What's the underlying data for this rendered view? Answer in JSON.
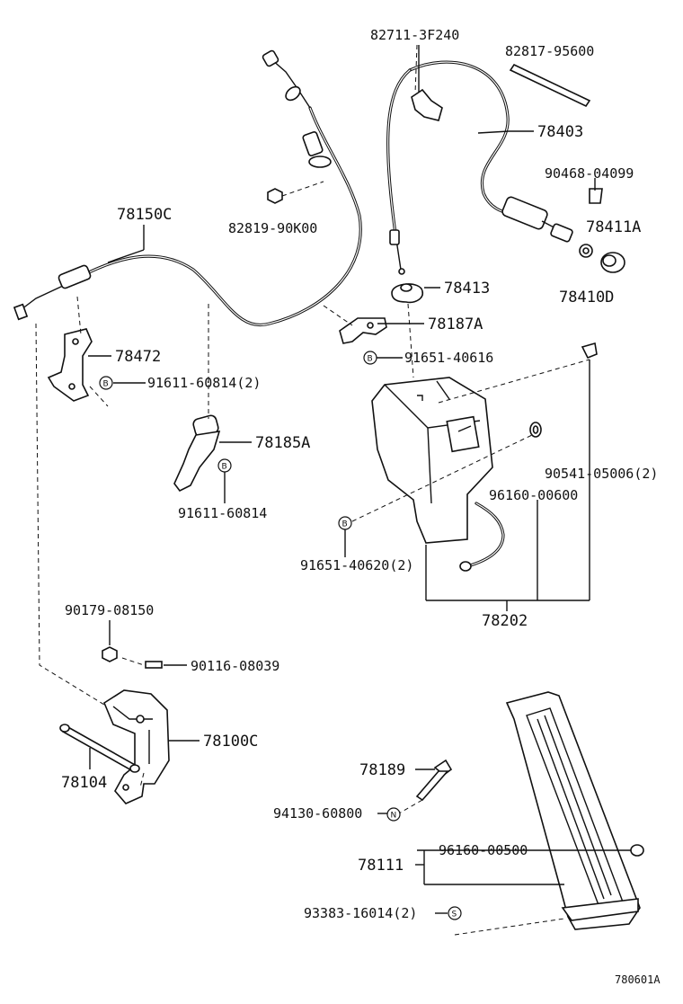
{
  "figure_code": "780601A",
  "badges": {
    "bolt": "B",
    "nut": "N",
    "screw": "S"
  },
  "labels": {
    "p82711_3F240": "82711-3F240",
    "p82817_95600": "82817-95600",
    "p78403": "78403",
    "p90468_04099": "90468-04099",
    "p78411A": "78411A",
    "p78410D": "78410D",
    "p78413": "78413",
    "p78187A": "78187A",
    "p91651_40616": "91651-40616",
    "p78150C": "78150C",
    "p82819_90K00": "82819-90K00",
    "p78472": "78472",
    "p91611_60814_2": "91611-60814(2)",
    "p78185A": "78185A",
    "p91611_60814": "91611-60814",
    "p90541_05006_2": "90541-05006(2)",
    "p96160_00600": "96160-00600",
    "p91651_40620_2": "91651-40620(2)",
    "p78202": "78202",
    "p90179_08150": "90179-08150",
    "p90116_08039": "90116-08039",
    "p78100C": "78100C",
    "p78104": "78104",
    "p78189": "78189",
    "p94130_60800": "94130-60800",
    "p96160_00500": "96160-00500",
    "p78111": "78111",
    "p93383_16014_2": "93383-16014(2)"
  }
}
